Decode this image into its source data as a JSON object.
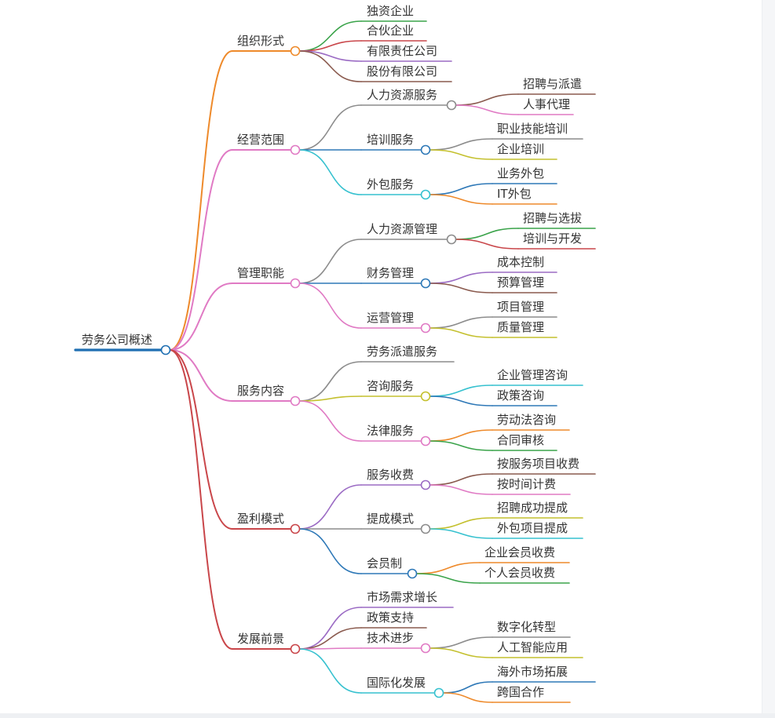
{
  "root": {
    "label": "劳务公司概述",
    "color": "#1f6fb2"
  },
  "branches": [
    {
      "label": "组织形式",
      "color": "#ee8a2b",
      "children": [
        {
          "label": "独资企业",
          "color": "#3aa34a",
          "children": []
        },
        {
          "label": "合伙企业",
          "color": "#c9464a",
          "children": []
        },
        {
          "label": "有限责任公司",
          "color": "#9b6bc4",
          "children": []
        },
        {
          "label": "股份有限公司",
          "color": "#8a5a4e",
          "children": []
        }
      ]
    },
    {
      "label": "经营范围",
      "color": "#e07ac4",
      "children": [
        {
          "label": "人力资源服务",
          "color": "#8c8c8c",
          "children": [
            {
              "label": "招聘与派遣",
              "color": "#8a5a4e"
            },
            {
              "label": "人事代理",
              "color": "#e07ac4"
            }
          ]
        },
        {
          "label": "培训服务",
          "color": "#2e78b7",
          "children": [
            {
              "label": "职业技能培训",
              "color": "#8c8c8c"
            },
            {
              "label": "企业培训",
              "color": "#c4c02e"
            }
          ]
        },
        {
          "label": "外包服务",
          "color": "#36c1cf",
          "children": [
            {
              "label": "业务外包",
              "color": "#2e78b7"
            },
            {
              "label": "IT外包",
              "color": "#ee8a2b"
            }
          ]
        }
      ]
    },
    {
      "label": "管理职能",
      "color": "#e07ac4",
      "children": [
        {
          "label": "人力资源管理",
          "color": "#8c8c8c",
          "children": [
            {
              "label": "招聘与选拔",
              "color": "#3aa34a"
            },
            {
              "label": "培训与开发",
              "color": "#c9464a"
            }
          ]
        },
        {
          "label": "财务管理",
          "color": "#2e78b7",
          "children": [
            {
              "label": "成本控制",
              "color": "#9b6bc4"
            },
            {
              "label": "预算管理",
              "color": "#8a5a4e"
            }
          ]
        },
        {
          "label": "运营管理",
          "color": "#e07ac4",
          "children": [
            {
              "label": "项目管理",
              "color": "#8c8c8c"
            },
            {
              "label": "质量管理",
              "color": "#c4c02e"
            }
          ]
        }
      ]
    },
    {
      "label": "服务内容",
      "color": "#e07ac4",
      "children": [
        {
          "label": "劳务派遣服务",
          "color": "#8c8c8c",
          "children": []
        },
        {
          "label": "咨询服务",
          "color": "#c4c02e",
          "children": [
            {
              "label": "企业管理咨询",
              "color": "#36c1cf"
            },
            {
              "label": "政策咨询",
              "color": "#2e78b7"
            }
          ]
        },
        {
          "label": "法律服务",
          "color": "#e07ac4",
          "children": [
            {
              "label": "劳动法咨询",
              "color": "#ee8a2b"
            },
            {
              "label": "合同审核",
              "color": "#3aa34a"
            }
          ]
        }
      ]
    },
    {
      "label": "盈利模式",
      "color": "#c9464a",
      "children": [
        {
          "label": "服务收费",
          "color": "#9b6bc4",
          "children": [
            {
              "label": "按服务项目收费",
              "color": "#8a5a4e"
            },
            {
              "label": "按时间计费",
              "color": "#e07ac4"
            }
          ]
        },
        {
          "label": "提成模式",
          "color": "#8c8c8c",
          "children": [
            {
              "label": "招聘成功提成",
              "color": "#c4c02e"
            },
            {
              "label": "外包项目提成",
              "color": "#36c1cf"
            }
          ]
        },
        {
          "label": "会员制",
          "color": "#2e78b7",
          "children": [
            {
              "label": "企业会员收费",
              "color": "#ee8a2b"
            },
            {
              "label": "个人会员收费",
              "color": "#3aa34a"
            }
          ]
        }
      ]
    },
    {
      "label": "发展前景",
      "color": "#c9464a",
      "children": [
        {
          "label": "市场需求增长",
          "color": "#9b6bc4",
          "children": []
        },
        {
          "label": "政策支持",
          "color": "#8a5a4e",
          "children": []
        },
        {
          "label": "技术进步",
          "color": "#e07ac4",
          "children": [
            {
              "label": "数字化转型",
              "color": "#8c8c8c"
            },
            {
              "label": "人工智能应用",
              "color": "#c4c02e"
            }
          ]
        },
        {
          "label": "国际化发展",
          "color": "#36c1cf",
          "children": [
            {
              "label": "海外市场拓展",
              "color": "#2e78b7"
            },
            {
              "label": "跨国合作",
              "color": "#ee8a2b"
            }
          ]
        }
      ]
    }
  ]
}
